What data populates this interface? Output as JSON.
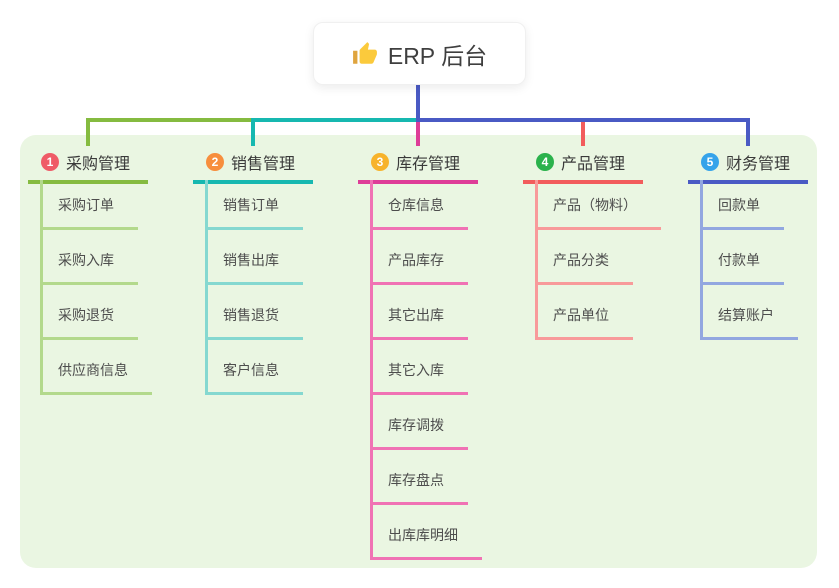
{
  "root": {
    "label": "ERP 后台",
    "icon": "thumbs-up-icon",
    "icon_color": "#FBCA3C",
    "icon_sleeve_color": "#DFA43E"
  },
  "canvas": {
    "background": "#ffffff",
    "panel_background": "#EAF6E2"
  },
  "branches": [
    {
      "number": "1",
      "label": "采购管理",
      "badge_color": "#EF5B67",
      "line_color": "#85BB40",
      "light_color": "#B3D98C",
      "children": [
        "采购订单",
        "采购入库",
        "采购退货",
        "供应商信息"
      ]
    },
    {
      "number": "2",
      "label": "销售管理",
      "badge_color": "#F78E3D",
      "line_color": "#16B8B0",
      "light_color": "#85D8D0",
      "children": [
        "销售订单",
        "销售出库",
        "销售退货",
        "客户信息"
      ]
    },
    {
      "number": "3",
      "label": "库存管理",
      "badge_color": "#F7B32B",
      "line_color": "#DE3D98",
      "light_color": "#F072B4",
      "children": [
        "仓库信息",
        "产品库存",
        "其它出库",
        "其它入库",
        "库存调拨",
        "库存盘点",
        "出库库明细"
      ]
    },
    {
      "number": "4",
      "label": "产品管理",
      "badge_color": "#2BB24C",
      "line_color": "#F25C5C",
      "light_color": "#F89A9A",
      "children": [
        "产品（物料）",
        "产品分类",
        "产品单位"
      ]
    },
    {
      "number": "5",
      "label": "财务管理",
      "badge_color": "#35A3EA",
      "line_color": "#4A5AC4",
      "light_color": "#92A7E0",
      "children": [
        "回款单",
        "付款单",
        "结算账户"
      ]
    }
  ]
}
